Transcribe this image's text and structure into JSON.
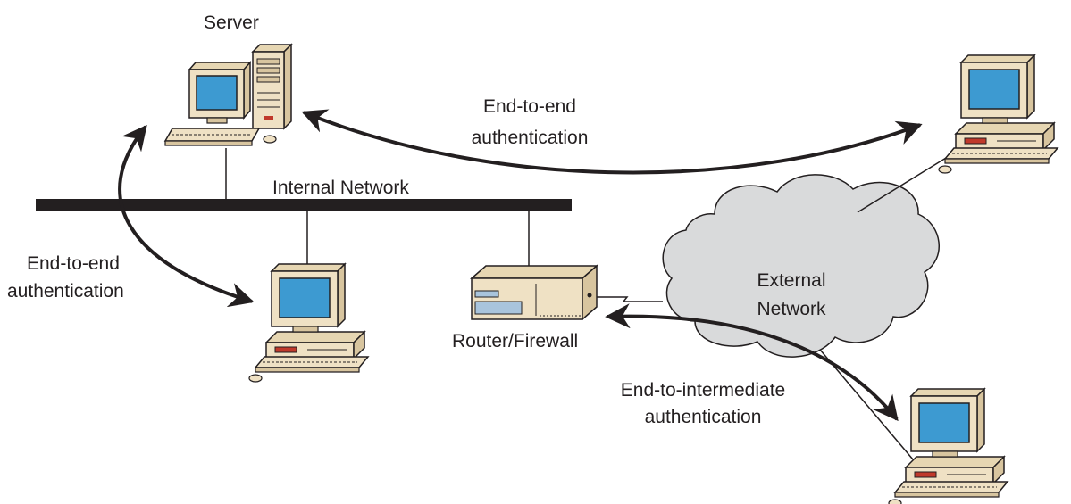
{
  "labels": {
    "server": "Server",
    "internal_network": "Internal Network",
    "router_firewall": "Router/Firewall",
    "external_network_line1": "External",
    "external_network_line2": "Network",
    "e2e_top_line1": "End-to-end",
    "e2e_top_line2": "authentication",
    "e2e_left_line1": "End-to-end",
    "e2e_left_line2": "authentication",
    "e2i_line1": "End-to-intermediate",
    "e2i_line2": "authentication"
  },
  "colors": {
    "screen": "#3d9ad1",
    "case": "#efe1c4",
    "case_shade": "#d8c59f",
    "cloud": "#d9dadb",
    "line": "#231f20",
    "accent_red": "#c0392b",
    "drive_blue": "#a9c4dc"
  },
  "icons": [
    "server-computer-icon",
    "workstation-icon",
    "router-icon",
    "cloud-icon",
    "arrow-head-icon"
  ]
}
